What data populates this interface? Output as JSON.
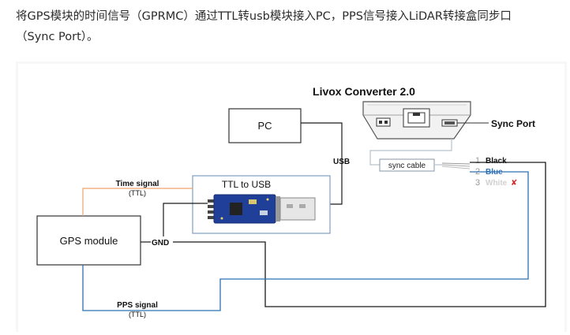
{
  "intro": {
    "line1": "将GPS模块的时间信号（GPRMC）通过TTL转usb模块接入PC，PPS信号接入LiDAR转接盒同步口",
    "line2": "（Sync Port）。"
  },
  "diagram": {
    "converter_title": "Livox Converter 2.0",
    "pc_label": "PC",
    "ttl_usb_label": "TTL to USB",
    "usb_label": "USB",
    "gps_label": "GPS module",
    "gnd_label": "GND",
    "time_signal_label": "Time signal",
    "time_signal_sub": "(TTL)",
    "pps_signal_label": "PPS signal",
    "pps_signal_sub": "(TTL)",
    "sync_port_label": "Sync Port",
    "sync_cable_label": "sync cable",
    "wires": [
      {
        "number": "1",
        "name": "Black"
      },
      {
        "number": "2",
        "name": "Blue"
      },
      {
        "number": "3",
        "name": "White"
      }
    ],
    "white_mark": "✘",
    "colors": {
      "orange": "#f0a56b",
      "blue": "#2e6fb5",
      "black": "#1a1a1a",
      "gray_wire": "#aab4bf",
      "red": "#d42a2a"
    }
  }
}
